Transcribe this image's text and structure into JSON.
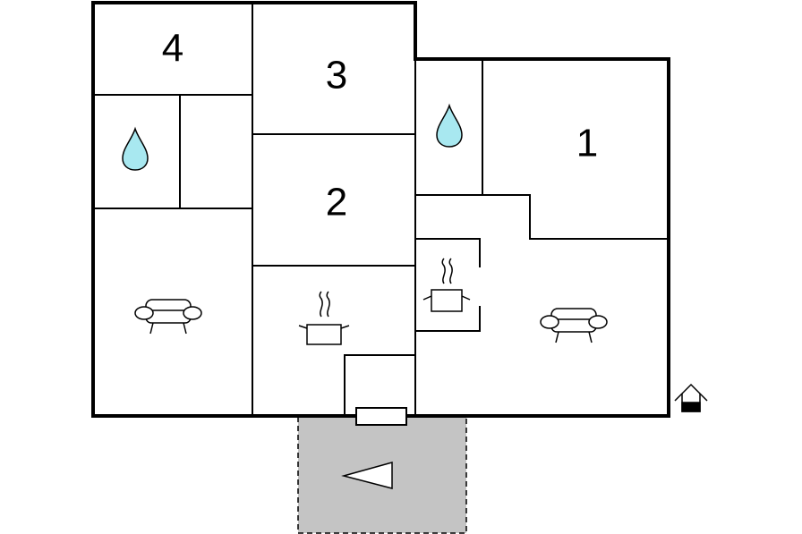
{
  "floorplan": {
    "rooms": [
      {
        "label": "4"
      },
      {
        "label": "3"
      },
      {
        "label": "2"
      },
      {
        "label": "1"
      }
    ],
    "colors": {
      "wall": "#000000",
      "water": "#a8e8f0",
      "terrace": "#c4c4c4",
      "background": "#ffffff"
    },
    "icons": [
      "water-drop-icon",
      "sofa-icon",
      "cooking-pot-icon",
      "entrance-house-icon",
      "terrace-arrow-icon"
    ]
  }
}
